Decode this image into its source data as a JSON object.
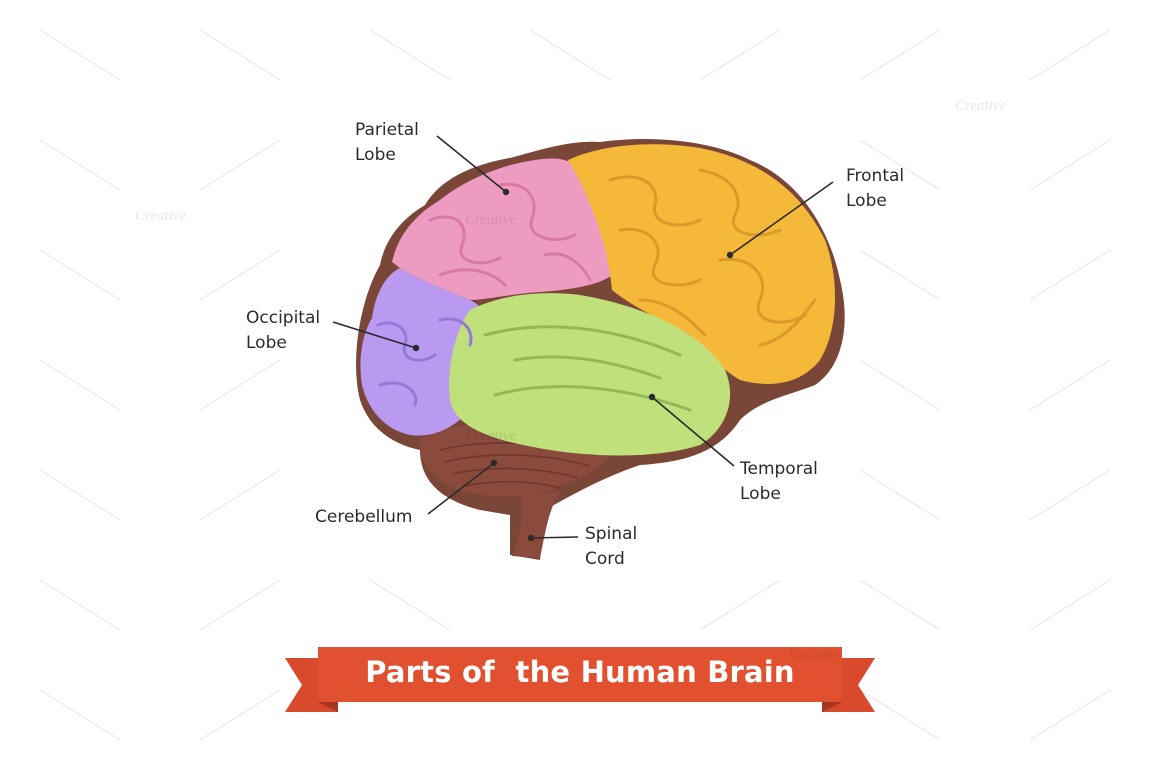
{
  "labels": {
    "parietal": [
      "Parietal",
      "Lobe"
    ],
    "frontal": [
      "Frontal",
      "Lobe"
    ],
    "occipital": [
      "Occipital",
      "Lobe"
    ],
    "temporal": [
      "Temporal",
      "Lobe"
    ],
    "cerebellum": "Cerebellum",
    "spinal": [
      "Spinal",
      "Cord"
    ]
  },
  "banner": {
    "title": "Parts of  the Human Brain"
  },
  "watermark": "Creative",
  "colors": {
    "frontal": "#f5b93a",
    "parietal": "#ee9bc2",
    "occipital": "#b99af0",
    "temporal": "#bfe07a",
    "cerebellum": "#8a4a3c",
    "outline": "#7a4638",
    "ribbon": "#d94a2c",
    "ribbon_dark": "#a83522"
  }
}
